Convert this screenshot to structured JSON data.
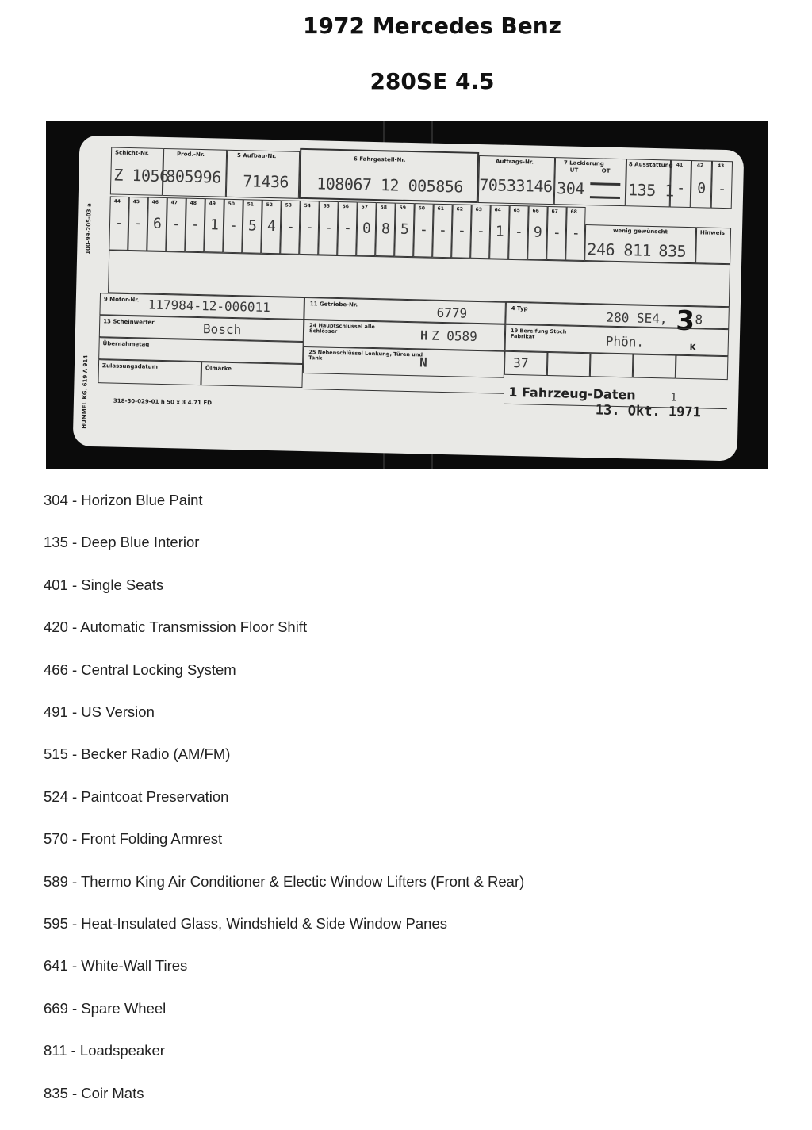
{
  "header": {
    "title": "1972 Mercedes Benz",
    "subtitle": "280SE 4.5"
  },
  "card": {
    "side_codes": [
      "100-99-205-03 a",
      "HUMMEL KG.   619 A 914"
    ],
    "labels": {
      "schicht": "Schicht-Nr.",
      "prod": "Prod.-Nr.",
      "aufbau": "5 Aufbau-Nr.",
      "fahrgestell": "6 Fahrgestell-Nr.",
      "auftrags": "Auftrags-Nr.",
      "lackierung": "7 Lackierung",
      "lack_ut": "UT",
      "lack_ot": "OT",
      "ausstattung": "8 Ausstattung",
      "wenig": "wenig gewünscht",
      "hinweis": "Hinweis",
      "motor": "9 Motor-Nr.",
      "getriebe": "11 Getriebe-Nr.",
      "typ": "4 Typ",
      "scheinwerfer": "13 Scheinwerfer",
      "hauptschl": "24 Hauptschlüssel alle Schlösser",
      "bereifung": "19 Bereifung Stoch Fabrikat",
      "uebernahmetag": "Übernahmetag",
      "nebenschl": "25 Nebenschlüssel Lenkung, Türen und Tank",
      "zulassung": "Zulassungsdatum",
      "olmarke": "Ölmarke",
      "fahrzeug_daten": "1 Fahrzeug-Daten",
      "footer_code": "318-50-029-01 h    50 x 3   4.71   FD"
    },
    "values": {
      "schicht": "Z 1056",
      "prod": "805996",
      "aufbau": "71436",
      "fahrgestell": "108067  12   005856",
      "auftrags": "70533146",
      "lackierung": "304",
      "ausstattung": "135 1",
      "motor": "117984-12-006011",
      "getriebe": "6779",
      "typ": "280 SE4,",
      "typ_big": "3",
      "typ_suffix": "8",
      "scheinwerfer": "Bosch",
      "hauptschl_prefix": "H",
      "hauptschl": "Z 0589",
      "bereifung": "Phön.",
      "bereifung_k": "K",
      "nebenschl": "N",
      "cell_37": "37",
      "wenig_1": "246",
      "wenig_2": "811",
      "wenig_3": "835",
      "page_no": "1",
      "date": "13. Okt. 1971"
    },
    "option_numbers": [
      "44",
      "45",
      "46",
      "47",
      "48",
      "49",
      "50",
      "51",
      "52",
      "53",
      "54",
      "55",
      "56",
      "57",
      "58",
      "59",
      "60",
      "61",
      "62",
      "63",
      "64",
      "65",
      "66",
      "67",
      "68"
    ],
    "option_marks": [
      "-",
      "-",
      "6",
      "-",
      "-",
      "1",
      "-",
      "5",
      "4",
      "-",
      "-",
      "-",
      "-",
      "0",
      "8",
      "5",
      "-",
      "-",
      "-",
      "-",
      "1",
      "-",
      "9",
      "-",
      "-"
    ],
    "extra_numbers": [
      "41",
      "42",
      "43"
    ],
    "extra_marks": [
      "-",
      "0",
      "-"
    ]
  },
  "options": [
    "304 - Horizon Blue Paint",
    "135 - Deep Blue Interior",
    "401  - Single Seats",
    "420 - Automatic Transmission Floor Shift",
    "466 - Central Locking System",
    "491 - US Version",
    "515 - Becker Radio (AM/FM)",
    "524 - Paintcoat Preservation",
    "570 - Front Folding Armrest",
    "589 - Thermo King Air Conditioner & Electic Window Lifters (Front & Rear)",
    "595 - Heat-Insulated Glass, Windshield & Side Window Panes",
    "641 - White-Wall Tires",
    "669 - Spare Wheel",
    "811 - Loadspeaker",
    "835 - Coir Mats"
  ]
}
